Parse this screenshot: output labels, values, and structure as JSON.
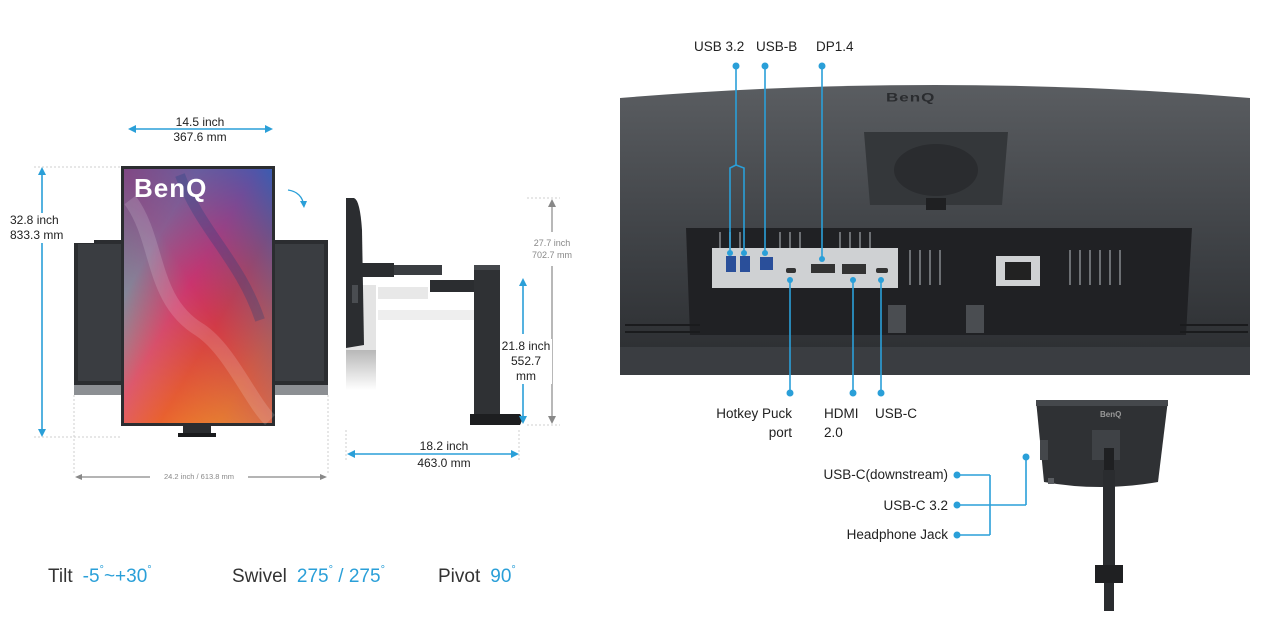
{
  "dimensions": {
    "width_inch": "14.5 inch",
    "width_mm": "367.6 mm",
    "height_inch": "32.8 inch",
    "height_mm": "833.3 mm",
    "landscape_width": "24.2 inch / 613.8 mm",
    "max_height_inch": "27.7 inch",
    "max_height_mm": "702.7 mm",
    "stand_height_inch": "21.8 inch",
    "stand_height_mm": "552.7 mm",
    "depth_inch": "18.2 inch",
    "depth_mm": "463.0 mm"
  },
  "brand": {
    "logo_text": "BenQ",
    "color": "#2a9fd8"
  },
  "specs": {
    "tilt_label": "Tilt",
    "tilt_value": "-5",
    "tilt_sep": "~+30",
    "swivel_label": "Swivel",
    "swivel_value_a": "275",
    "swivel_value_b": "/ 275",
    "pivot_label": "Pivot",
    "pivot_value": "90",
    "degree": "°"
  },
  "ports": {
    "usb32": "USB 3.2",
    "usbb": "USB-B",
    "dp": "DP1.4",
    "hotkey_line1": "Hotkey Puck",
    "hotkey_line2": "port",
    "hdmi_line1": "HDMI",
    "hdmi_line2": "2.0",
    "usbc": "USB-C",
    "usbc_down": "USB-C(downstream)",
    "usbc32": "USB-C 3.2",
    "headphone": "Headphone Jack"
  }
}
